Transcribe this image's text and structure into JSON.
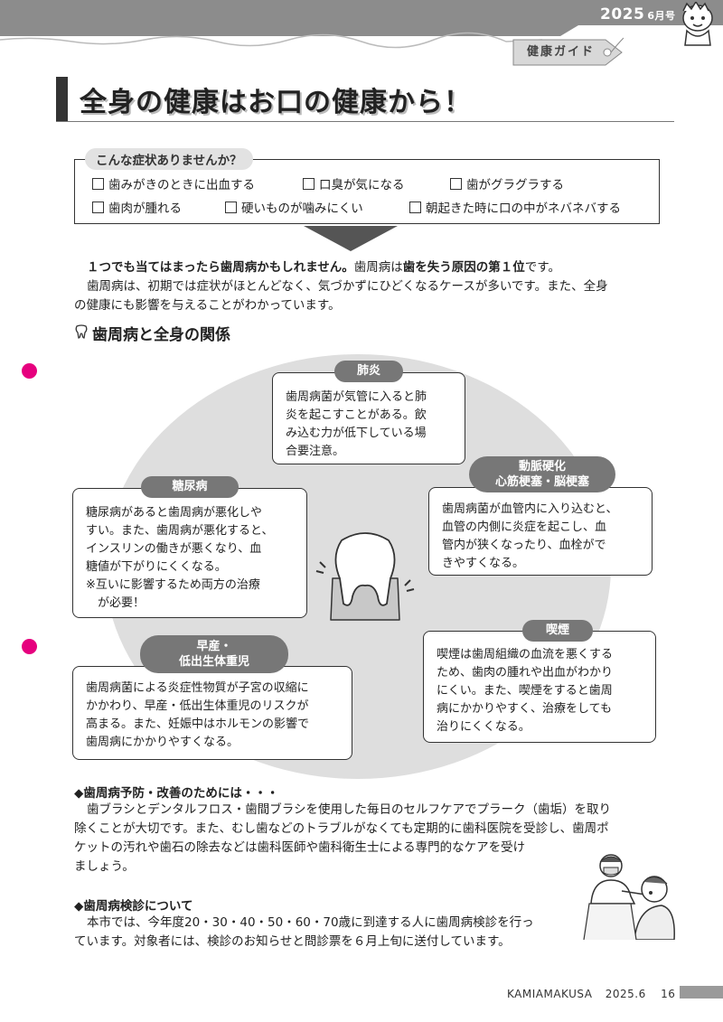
{
  "header": {
    "issue_year": "2025",
    "issue_month": "6月号",
    "category_tag": "健康ガイド"
  },
  "title": "全身の健康はお口の健康から！",
  "symptoms": {
    "heading": "こんな症状ありませんか？",
    "items": [
      "歯みがきのときに出血する",
      "口臭が気になる",
      "歯がグラグラする",
      "歯肉が腫れる",
      "硬いものが噛みにくい",
      "朝起きた時に口の中がネバネバする"
    ]
  },
  "intro": {
    "line1_bold": "１つでも当てはまったら歯周病かもしれません。",
    "line1_mid": "歯周病は",
    "line1_bold2": "歯を失う原因の第１位",
    "line1_end": "です。",
    "line2": "歯周病は、初期では症状がほとんどなく、気づかずにひどくなるケースが多いです。また、全身",
    "line3": "の健康にも影響を与えることがわかっています。"
  },
  "relation": {
    "title": "歯周病と全身の関係",
    "cards": {
      "pneumonia": {
        "label": "肺炎",
        "lines": [
          "歯周病菌が気管に入ると肺",
          "炎を起こすことがある。飲",
          "み込む力が低下している場",
          "合要注意。"
        ]
      },
      "diabetes": {
        "label": "糖尿病",
        "lines": [
          "糖尿病があると歯周病が悪化しや",
          "すい。また、歯周病が悪化すると、",
          "インスリンの働きが悪くなり、血",
          "糖値が下がりにくくなる。",
          "※互いに影響するため両方の治療",
          "　が必要！"
        ]
      },
      "artery": {
        "label1": "動脈硬化",
        "label2": "心筋梗塞・脳梗塞",
        "lines": [
          "歯周病菌が血管内に入り込むと、",
          "血管の内側に炎症を起こし、血",
          "管内が狭くなったり、血栓がで",
          "きやすくなる。"
        ]
      },
      "smoking": {
        "label": "喫煙",
        "lines": [
          "喫煙は歯周組織の血流を悪くする",
          "ため、歯肉の腫れや出血がわかり",
          "にくい。また、喫煙をすると歯周",
          "病にかかりやすく、治療をしても",
          "治りにくくなる。"
        ]
      },
      "preterm": {
        "label1": "早産・",
        "label2": "低出生体重児",
        "lines": [
          "歯周病菌による炎症性物質が子宮の収縮に",
          "かかわり、早産・低出生体重児のリスクが",
          "高まる。また、妊娠中はホルモンの影響で",
          "歯周病にかかりやすくなる。"
        ]
      }
    }
  },
  "prevention": {
    "heading": "◆歯周病予防・改善のためには・・・",
    "lines": [
      "歯ブラシとデンタルフロス・歯間ブラシを使用した毎日のセルフケアでプラーク（歯垢）を取り",
      "除くことが大切です。また、むし歯などのトラブルがなくても定期的に歯科医院を受診し、歯周ポ",
      "ケットの汚れや歯石の除去などは歯科医師や歯科衛生士による専門的なケアを受け",
      "ましょう。"
    ]
  },
  "checkup": {
    "heading": "◆歯周病検診について",
    "lines": [
      "本市では、今年度20・30・40・50・60・70歳に到達する人に歯周病検診を行っ",
      "ています。対象者には、検診のお知らせと問診票を６月上旬に送付しています。"
    ]
  },
  "footer": {
    "publication": "KAMIAMAKUSA",
    "date": "2025.6",
    "page": "16"
  },
  "colors": {
    "accent_pink": "#e6007e",
    "pill_gray": "#777777",
    "circle_gray": "#dedede"
  }
}
